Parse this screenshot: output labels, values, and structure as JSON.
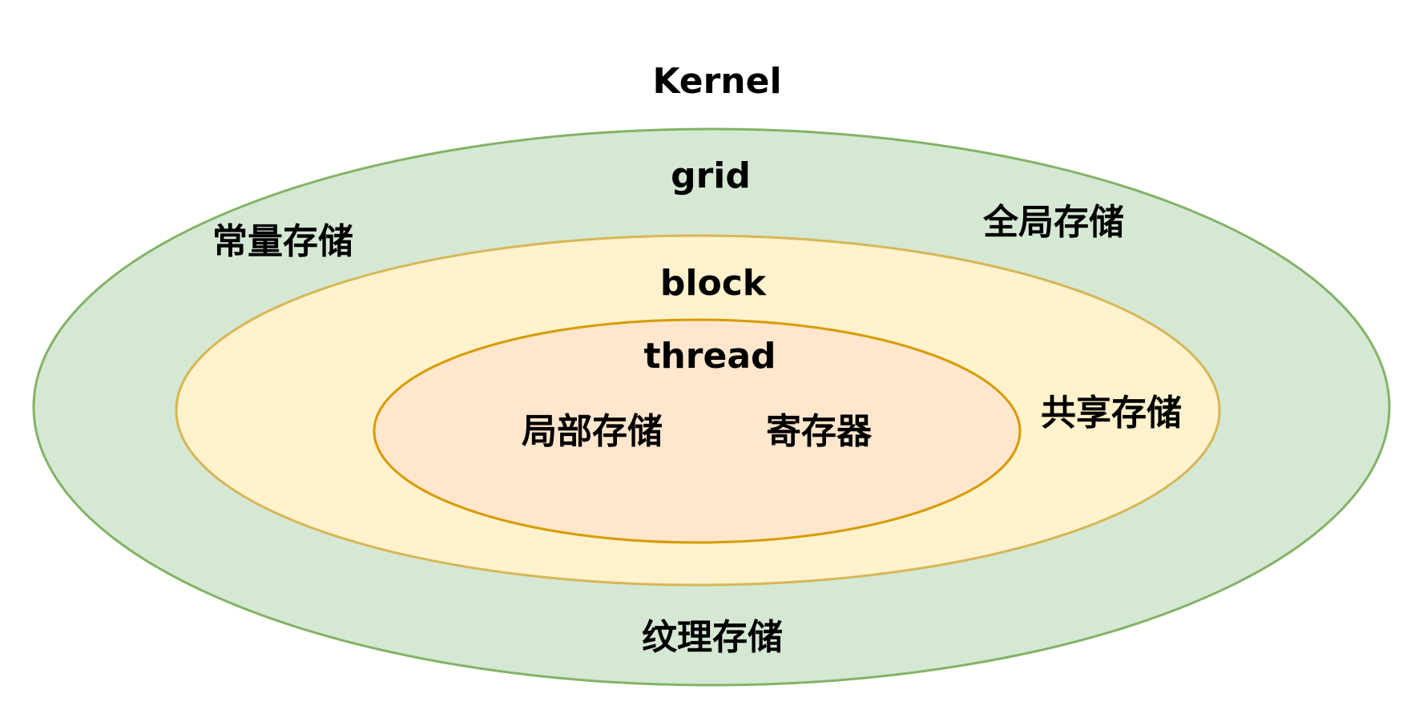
{
  "diagram": {
    "title": "Kernel",
    "levels": {
      "grid": {
        "label": "grid",
        "fill": "#d5e8d4",
        "stroke": "#82b366"
      },
      "block": {
        "label": "block",
        "fill": "#fff2cc",
        "stroke": "#d6b656"
      },
      "thread": {
        "label": "thread",
        "fill": "#ffe6cc",
        "stroke": "#d79b00"
      }
    },
    "memory": {
      "constant": "常量存储",
      "global": "全局存储",
      "texture": "纹理存储",
      "shared": "共享存储",
      "local": "局部存储",
      "register": "寄存器"
    }
  }
}
